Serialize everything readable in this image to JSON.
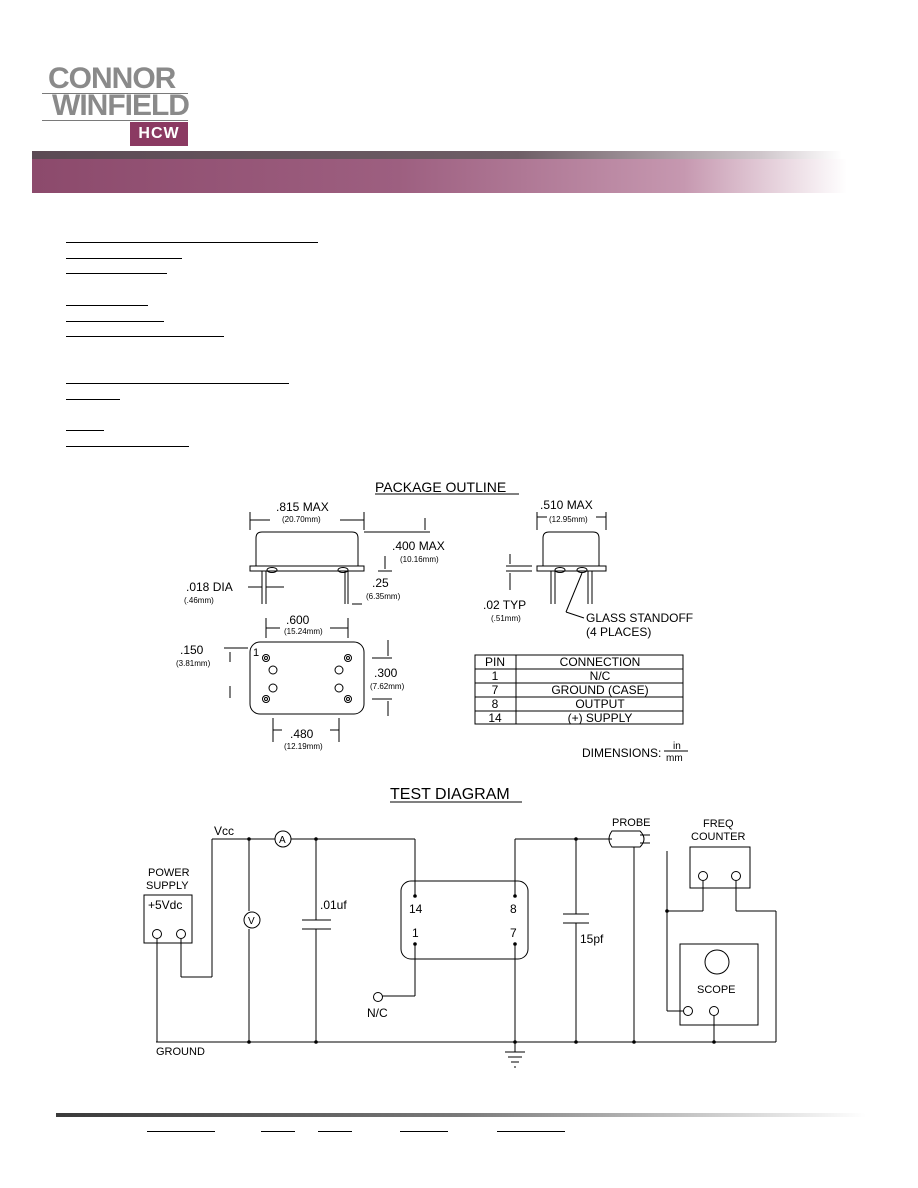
{
  "brand": {
    "line1": "CONNOR",
    "line2": "WINFIELD",
    "mark": "HCW",
    "gray": "#8a8a8a",
    "accent": "#8b3a62"
  },
  "package": {
    "title": "PACKAGE OUTLINE",
    "dim_815": ".815 MAX",
    "dim_815_mm": "(20.70mm)",
    "dim_400": ".400 MAX",
    "dim_400_mm": "(10.16mm)",
    "dim_018": ".018 DIA",
    "dim_018_mm": "(.46mm)",
    "dim_25": ".25",
    "dim_25_mm": "(6.35mm)",
    "dim_600": ".600",
    "dim_600_mm": "(15.24mm)",
    "dim_150": ".150",
    "dim_150_mm": "(3.81mm)",
    "dim_300": ".300",
    "dim_300_mm": "(7.62mm)",
    "dim_480": ".480",
    "dim_480_mm": "(12.19mm)",
    "dim_510": ".510 MAX",
    "dim_510_mm": "(12.95mm)",
    "dim_02": ".02 TYP",
    "dim_02_mm": "(.51mm)",
    "standoff_1": "GLASS STANDOFF",
    "standoff_2": "(4 PLACES)",
    "pin1_label": "1",
    "dimensions_label": "DIMENSIONS:",
    "dim_in": "in",
    "dim_mm": "mm"
  },
  "pin_table": {
    "headers": [
      "PIN",
      "CONNECTION"
    ],
    "rows": [
      [
        "1",
        "N/C"
      ],
      [
        "7",
        "GROUND (CASE)"
      ],
      [
        "8",
        "OUTPUT"
      ],
      [
        "14",
        "(+) SUPPLY"
      ]
    ]
  },
  "test": {
    "title": "TEST DIAGRAM",
    "vcc": "Vcc",
    "ammeter": "A",
    "voltmeter": "V",
    "power_1": "POWER",
    "power_2": "SUPPLY",
    "power_value": "+5Vdc",
    "cap1": ".01uf",
    "pin14": "14",
    "pin8": "8",
    "pin1": "1",
    "pin7": "7",
    "nc": "N/C",
    "cap2": "15pf",
    "probe": "PROBE",
    "freq_1": "FREQ",
    "freq_2": "COUNTER",
    "scope": "SCOPE",
    "ground": "GROUND"
  }
}
